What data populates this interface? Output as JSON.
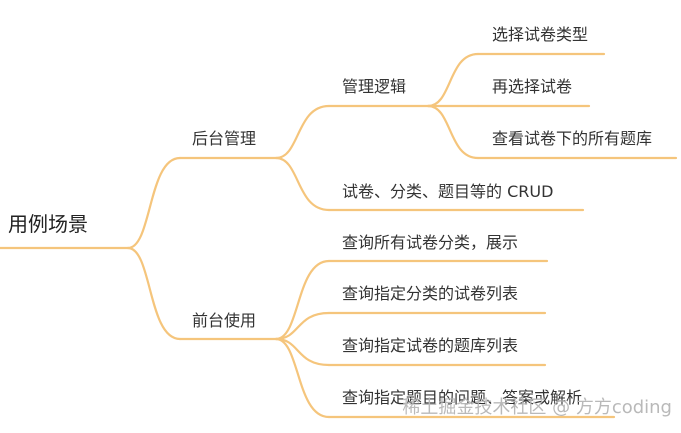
{
  "colors": {
    "branch": "#f5c57c",
    "text": "#333333",
    "watermark": "#b6b6b6"
  },
  "root": {
    "label": "用例场景"
  },
  "branches": {
    "admin": {
      "label": "后台管理",
      "logic": {
        "label": "管理逻辑",
        "children": [
          "选择试卷类型",
          "再选择试卷",
          "查看试卷下的所有题库"
        ]
      },
      "crud": {
        "label": "试卷、分类、题目等的 CRUD"
      }
    },
    "frontend": {
      "label": "前台使用",
      "children": [
        "查询所有试卷分类，展示",
        "查询指定分类的试卷列表",
        "查询指定试卷的题库列表",
        "查询指定题目的问题、答案或解析"
      ]
    }
  },
  "watermark": {
    "text": "稀土掘金技术社区 @ 方方coding"
  }
}
